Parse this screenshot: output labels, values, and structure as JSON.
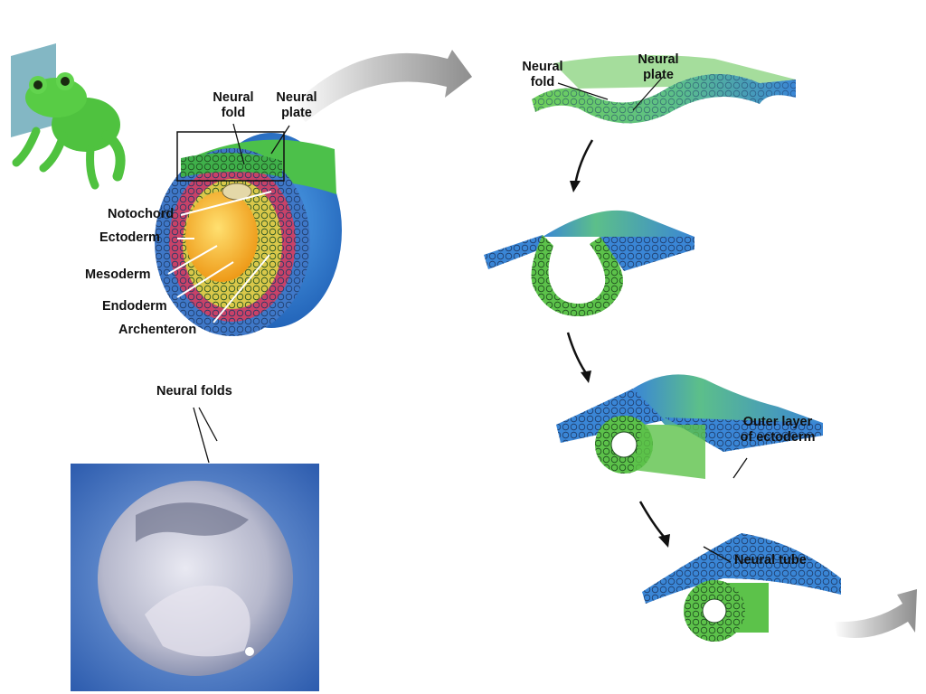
{
  "cross_section": {
    "neural_fold": "Neural\nfold",
    "neural_plate": "Neural\nplate",
    "notochord": "Notochord",
    "ectoderm": "Ectoderm",
    "mesoderm": "Mesoderm",
    "endoderm": "Endoderm",
    "archenteron": "Archenteron"
  },
  "photo": {
    "neural_folds": "Neural folds"
  },
  "sequence": {
    "neural_fold": "Neural\nfold",
    "neural_plate": "Neural\nplate",
    "outer_layer": "Outer layer\nof ectoderm",
    "neural_tube": "Neural tube"
  },
  "colors": {
    "ectoderm_blue": "#3a7fd0",
    "neural_green": "#5cc24a",
    "mesoderm_red": "#c0395a",
    "endoderm_yellow": "#d8c640",
    "yolk_orange": "#f0a020",
    "arrow_gray": "#9a9a9a"
  },
  "icons": {
    "frog": "frog-icon"
  }
}
